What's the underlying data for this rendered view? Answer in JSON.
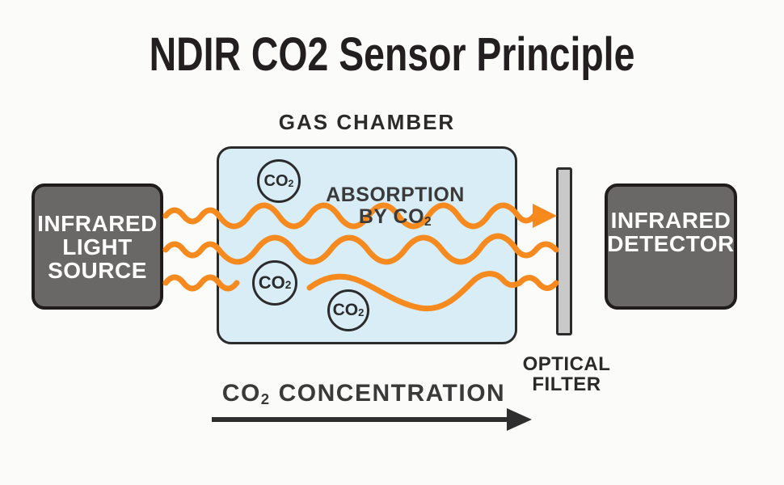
{
  "title": "NDIR CO2 Sensor Principle",
  "labels": {
    "gas_chamber": "GAS CHAMBER",
    "absorption_line1": "ABSORPTION",
    "absorption_line2_prefix": "BY CO",
    "absorption_line2_sub": "2",
    "optical_filter_line1": "OPTICAL",
    "optical_filter_line2": "FILTER",
    "concentration_prefix": "CO",
    "concentration_sub": "2",
    "concentration_rest": "CONCENTRATION"
  },
  "light_source": {
    "lines": [
      "INFRARED",
      "LIGHT",
      "SOURCE"
    ]
  },
  "detector": {
    "lines": [
      "INFRARED",
      "DETECTOR"
    ]
  },
  "molecules": [
    {
      "prefix": "CO",
      "sub": "2"
    },
    {
      "prefix": "CO",
      "sub": "2"
    },
    {
      "prefix": "CO",
      "sub": "2"
    }
  ],
  "colors": {
    "background": "#fbfbfa",
    "ink": "#231f20",
    "label-ink": "#3a3a3a",
    "box-fill": "#6a6867",
    "box-border": "#1f1c1b",
    "box-text": "#ffffff",
    "chamber-fill": "#d9edf7",
    "chamber-border": "#2b2b2b",
    "filter-fill": "#c9c9c9",
    "filter-border": "#2b2b2b",
    "wave-orange": "#f68a1e",
    "arrow-dark": "#2e2e2e"
  }
}
